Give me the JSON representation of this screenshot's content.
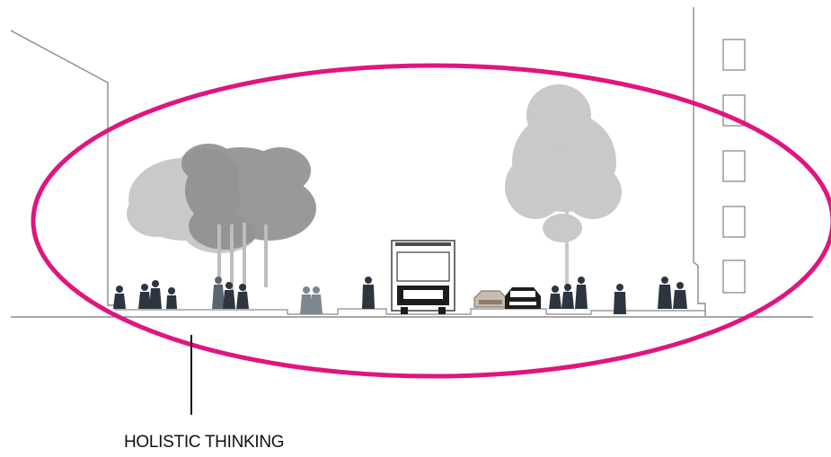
{
  "caption": "HOLISTIC THINKING",
  "colors": {
    "highlight_ellipse": "#e0157f",
    "building_outline": "#8a8a8a",
    "ground_line": "#8a8a8a",
    "tree_dark": "#8f8f8f",
    "tree_light": "#c9c9c9",
    "people": "#2d3540",
    "leader_line": "#111111"
  },
  "icons": [
    "building-left",
    "building-right",
    "tree",
    "pedestrian",
    "bus",
    "car",
    "highlight-ellipse",
    "leader-line"
  ]
}
